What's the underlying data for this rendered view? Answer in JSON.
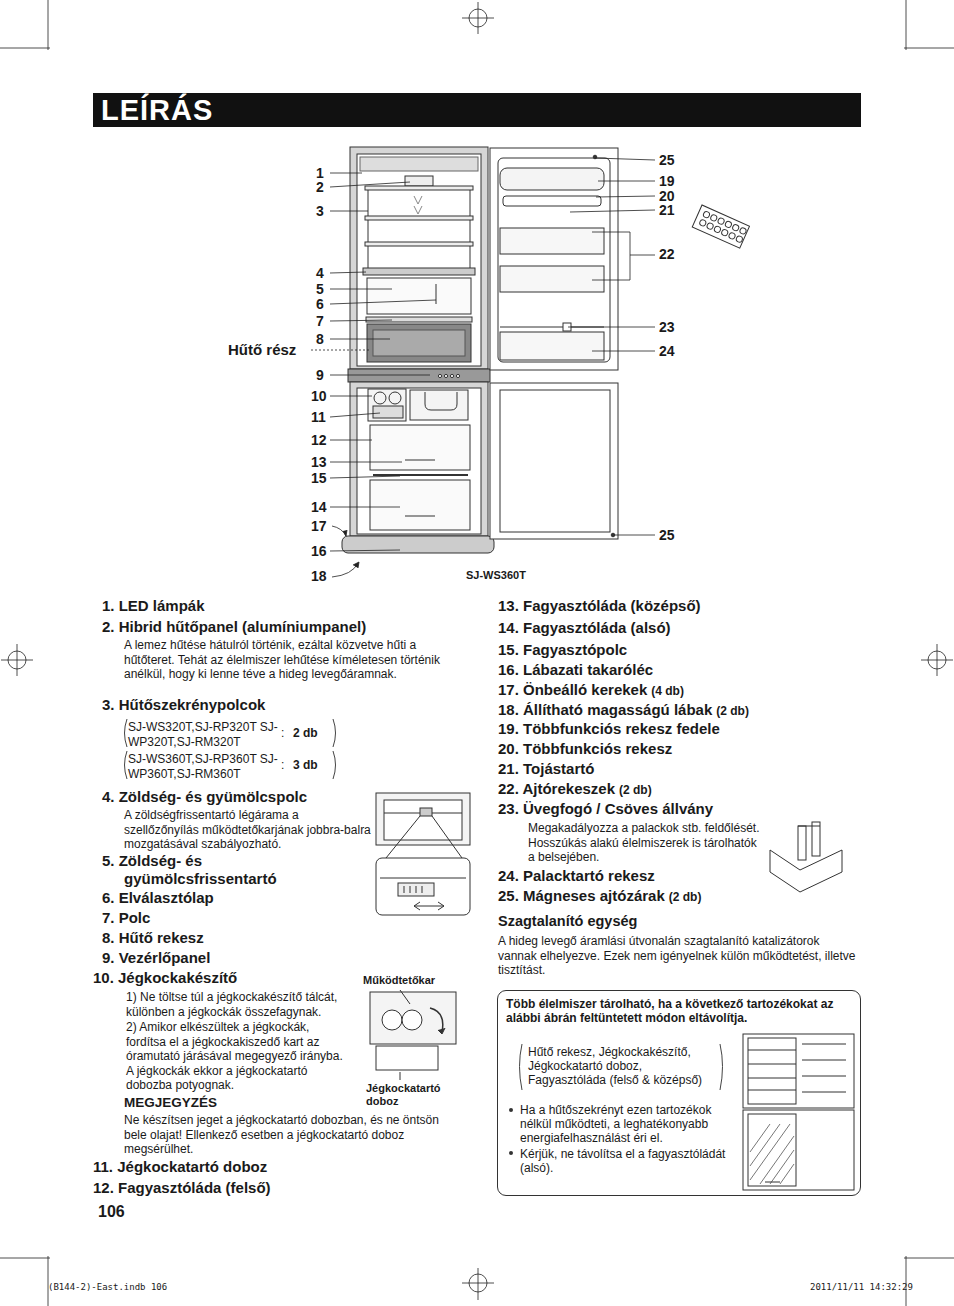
{
  "diagram": {
    "title": "LEÍRÁS",
    "nodes": [
      {
        "text": [
          "Több élelmiszer tárolható, ha a következő tartozékokat az alábbi ábrán feltüntetett módon eltávolítja.",
          "Hűtő rekesz, Jégkockakészítő, Jégkockatartó doboz, Fagyasztóláda (felső & középső)",
          "Ha a hűtőszekrényt ezen tartozékok nélkül működteti, a leghatékonyabb energiafelhasználást éri el.",
          "Kérjük, ne távolítsa el a fagyasztóládát (alsó)."
        ]
      }
    ],
    "labels": [
      "1",
      "2",
      "3",
      "4",
      "5",
      "6",
      "7",
      "8",
      "Hűtő rész",
      "9",
      "10",
      "11",
      "12",
      "13",
      "15",
      "14",
      "17",
      "16",
      "18",
      "25",
      "19",
      "20",
      "21",
      "22",
      "23",
      "24",
      "25",
      "SJ-WS360T",
      "1. LED lámpák",
      "2. Hibrid hűtőpanel (alumíniumpanel)",
      "A lemez hűtése hátulról történik, ezáltal közvetve hűti a hűtőteret. Tehát az élelmiszer lehűtése kíméletesen történik anélkül, hogy ki lenne téve a hideg levegőáramnak.",
      "3. Hűtőszekrénypolcok",
      "SJ-WS320T,SJ-RP320T SJ-WP320T,SJ-RM320T",
      ":",
      "2 db",
      "SJ-WS360T,SJ-RP360T SJ-WP360T,SJ-RM360T",
      ":",
      "3 db",
      "4. Zöldség- és gyümölcspolc",
      "A zöldségfrissentartó légárama a szellőzőnyílás működtetőkarjának jobbra-balra mozgatásával szabályozható.",
      "5. Zöldség- és gyümölcsfrissentartó",
      "6. Elválasztólap",
      "7. Polc",
      "8. Hűtő rekesz",
      "9. Vezérlőpanel",
      "10. Jégkockakészítő",
      "Működtetőkar",
      "1) Ne töltse túl a jégkockakészítő tálcát, különben a jégkockák összefagynak.",
      "2) Amikor elkészültek a jégkockák, fordítsa el a jégkockakiszedő kart az óramutató járásával megegyező irányba. A jégkockák ekkor a jégkockatartó dobozba potyognak.",
      "Jégkockatartó doboz",
      "MEGJEGYZÉS",
      "Ne készítsen jeget a jégkockatartó dobozban, és ne öntsön bele olajat! Ellenkező esetben a jégkockatartó doboz megsérülhet.",
      "11. Jégkockatartó doboz",
      "12. Fagyasztóláda (felső)",
      "106",
      "13. Fagyasztóláda (középső)",
      "14. Fagyasztóláda (alsó)",
      "15. Fagyasztópolc",
      "16. Lábazati takaróléc",
      "17. Önbeálló kerekek",
      "(4 db)",
      "18. Állítható magasságú lábak",
      "(2 db)",
      "19. Többfunkciós rekesz fedele",
      "20. Többfunkciós rekesz",
      "21. Tojástartó",
      "22. Ajtórekeszek",
      "(2 db)",
      "23. Üvegfogó / Csöves állvány",
      "Megakadályozza a palackok stb. feldőlését. Hosszúkás alakú élelmiszerek is tárolhatók a belsejében.",
      "24. Palacktartó rekesz",
      "25. Mágneses ajtózárak",
      "(2 db)",
      "Szagtalanító egység",
      "A hideg levegő áramlási útvonalán szagtalanító katalizátorok vannak elhelyezve. Ezek nem igényelnek külön működtetést, illetve tisztítást.",
      "(B144-2)-East.indb 106",
      "2011/11/11 14:32:29"
    ]
  }
}
